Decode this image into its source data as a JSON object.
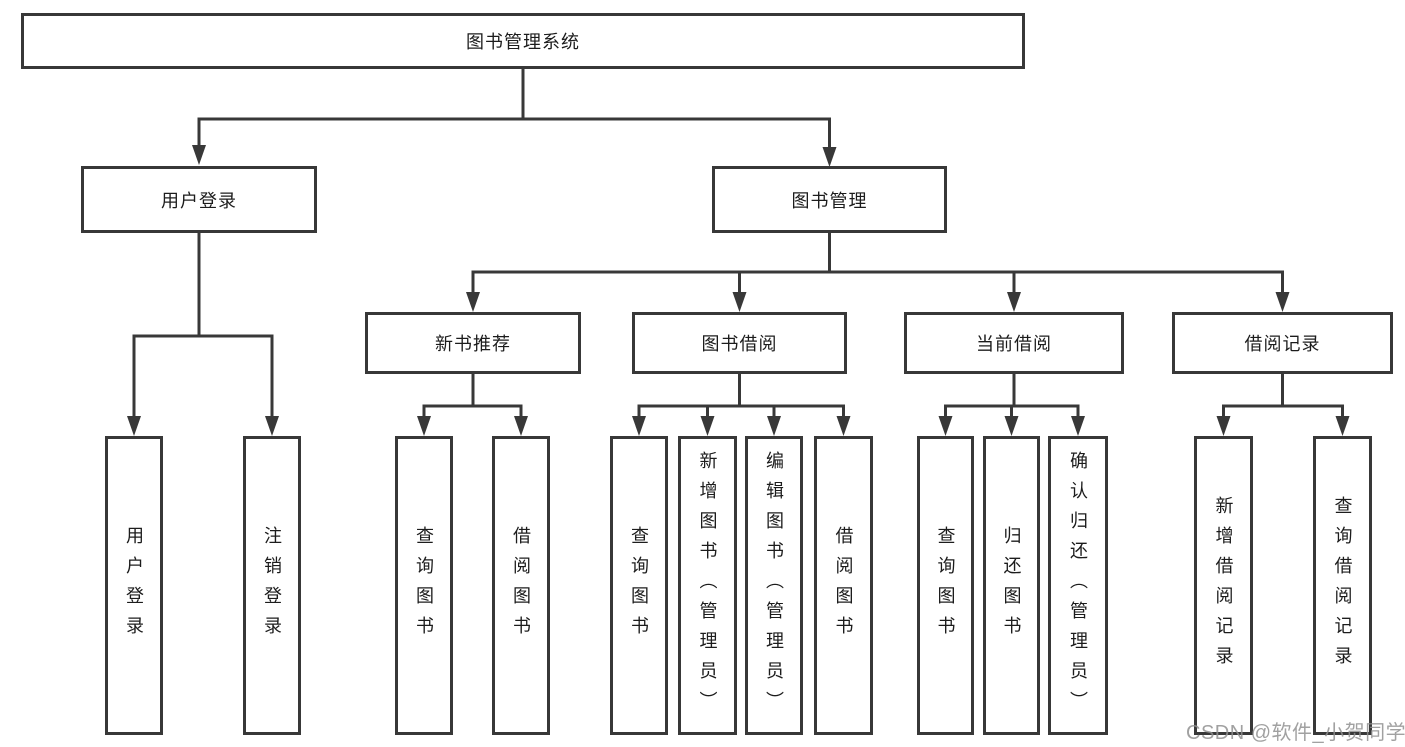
{
  "tree": {
    "root": {
      "label": "图书管理系统"
    },
    "branches": [
      {
        "label": "用户登录",
        "children": [
          {
            "label": "用户登录"
          },
          {
            "label": "注销登录"
          }
        ]
      },
      {
        "label": "图书管理",
        "children": [
          {
            "label": "新书推荐",
            "children": [
              {
                "label": "查询图书"
              },
              {
                "label": "借阅图书"
              }
            ]
          },
          {
            "label": "图书借阅",
            "children": [
              {
                "label": "查询图书"
              },
              {
                "label": "新增图书（管理员）"
              },
              {
                "label": "编辑图书（管理员）"
              },
              {
                "label": "借阅图书"
              }
            ]
          },
          {
            "label": "当前借阅",
            "children": [
              {
                "label": "查询图书"
              },
              {
                "label": "归还图书"
              },
              {
                "label": "确认归还（管理员）"
              }
            ]
          },
          {
            "label": "借阅记录",
            "children": [
              {
                "label": "新增借阅记录"
              },
              {
                "label": "查询借阅记录"
              }
            ]
          }
        ]
      }
    ]
  },
  "watermark": {
    "text": "CSDN @软件_小贺同学"
  },
  "colors": {
    "line": "#383838",
    "text": "#1c1c1c",
    "background": "#ffffff",
    "watermark": "#919191"
  }
}
